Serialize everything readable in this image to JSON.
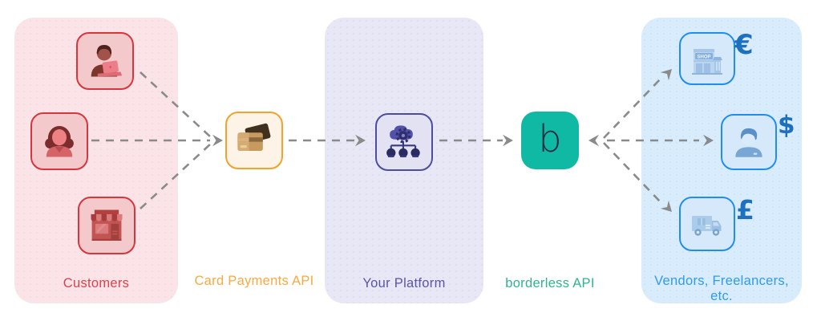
{
  "colors": {
    "arrow-gray": "#8a8a8a",
    "red-accent": "#d8353e",
    "red-text": "#d9434e",
    "pink-panel": "#fbe4e7",
    "pink-tile": "#f4c9cc",
    "orange-accent": "#f5a12c",
    "orange-text": "#f8a940",
    "cream-tile": "#fdf4e7",
    "purple-panel": "#e8e7f5",
    "purple-accent": "#4d4c9f",
    "purple-tile": "#e3e2f2",
    "purple-text": "#5b55a4",
    "teal": "#10b9a4",
    "teal-text": "#2eb492",
    "navy-letter": "#1d2940",
    "blue-panel": "#d9ecfb",
    "blue-accent": "#1f8ef0",
    "blue-tile": "#d6e9fb",
    "blue-text": "#2f9ceb",
    "currency-blue": "#1d6fc0"
  },
  "customers_panel": {
    "label": "Customers",
    "icons": [
      "customer-on-laptop",
      "customer-woman",
      "customer-storefront"
    ]
  },
  "card_api": {
    "label": "Card Payments API"
  },
  "platform_panel": {
    "label": "Your Platform"
  },
  "borderless_api": {
    "letter": "b",
    "label": "borderless API"
  },
  "vendors_panel": {
    "label": "Vendors, Freelancers, etc.",
    "items": [
      {
        "icon": "vendor-shop",
        "sign_text": "SHOP",
        "currency": "€"
      },
      {
        "icon": "freelancer-person",
        "currency": "$"
      },
      {
        "icon": "delivery-truck",
        "currency": "£"
      }
    ]
  }
}
